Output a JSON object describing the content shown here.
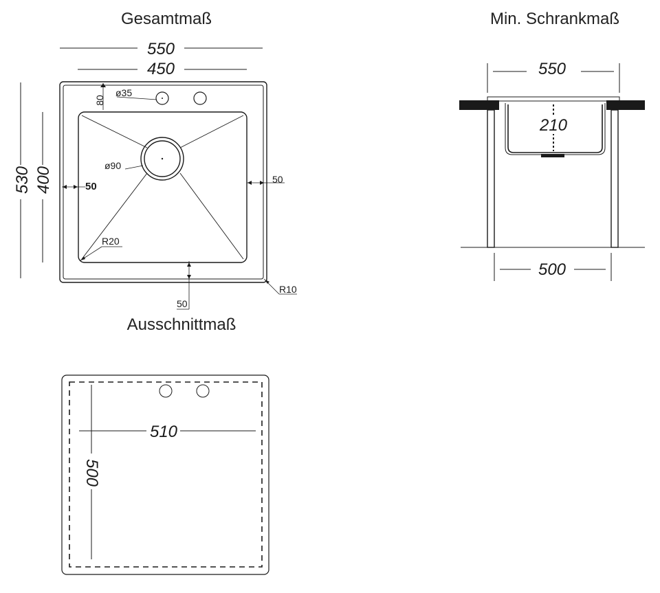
{
  "titles": {
    "overall": "Gesamtmaß",
    "cabinet": "Min. Schrankmaß",
    "cutout": "Ausschnittmaß"
  },
  "overall": {
    "width_outer": "550",
    "width_inner": "450",
    "height_outer": "530",
    "height_inner": "400",
    "faucet_offset": "80",
    "faucet_hole": "ø35",
    "drain": "ø90",
    "left_margin": "50",
    "right_margin": "50",
    "bottom_margin": "50",
    "inner_radius": "R20",
    "outer_radius": "R10"
  },
  "cabinet": {
    "width_top": "550",
    "depth": "210",
    "width_bottom": "500"
  },
  "cutout": {
    "width": "510",
    "height": "500"
  }
}
